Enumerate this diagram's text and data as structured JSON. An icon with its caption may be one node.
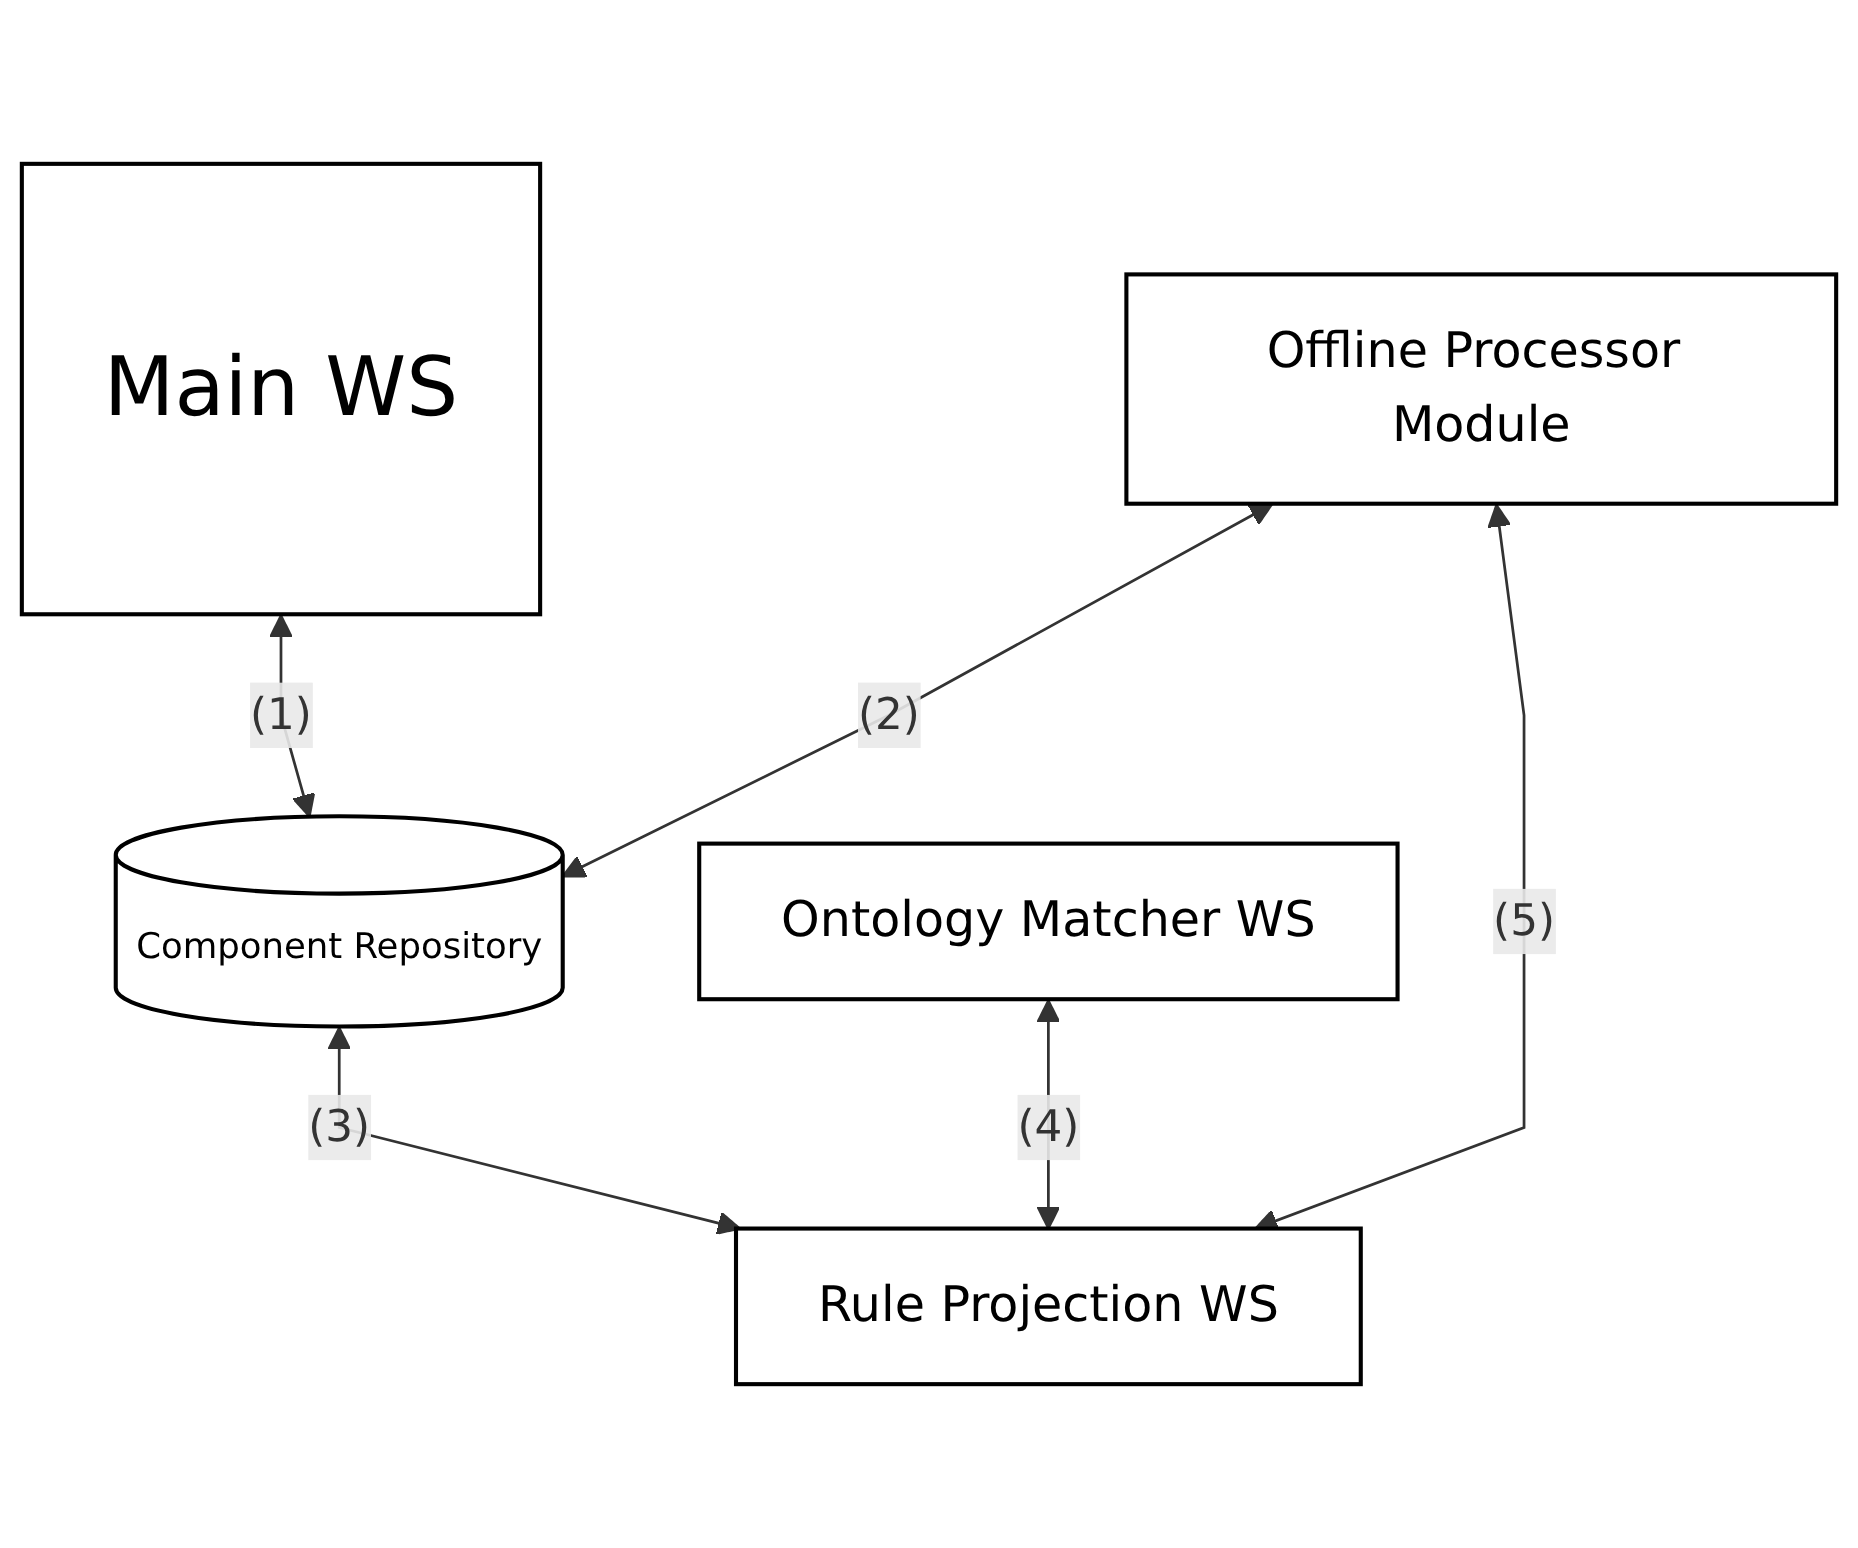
{
  "diagram": {
    "nodes": [
      {
        "text": [
          "Rule Projection WS"
        ]
      },
      {
        "text": [
          "Ontology Matcher WS"
        ]
      },
      {
        "text": [
          "Main WS"
        ]
      },
      {
        "text": [
          "Offline Processor Module"
        ]
      },
      {
        "text": [
          "Component Repository"
        ]
      }
    ],
    "edges": [
      {
        "from": 2,
        "to": 4,
        "arrow": "both",
        "label": "(1)"
      },
      {
        "from": 3,
        "to": 4,
        "arrow": "both",
        "label": "(2)"
      },
      {
        "from": 4,
        "to": 0,
        "arrow": "both",
        "label": "(3)"
      },
      {
        "from": 1,
        "to": 0,
        "arrow": "both",
        "label": "(4)"
      },
      {
        "from": 3,
        "to": 0,
        "arrow": "both",
        "label": "(5)"
      }
    ]
  }
}
